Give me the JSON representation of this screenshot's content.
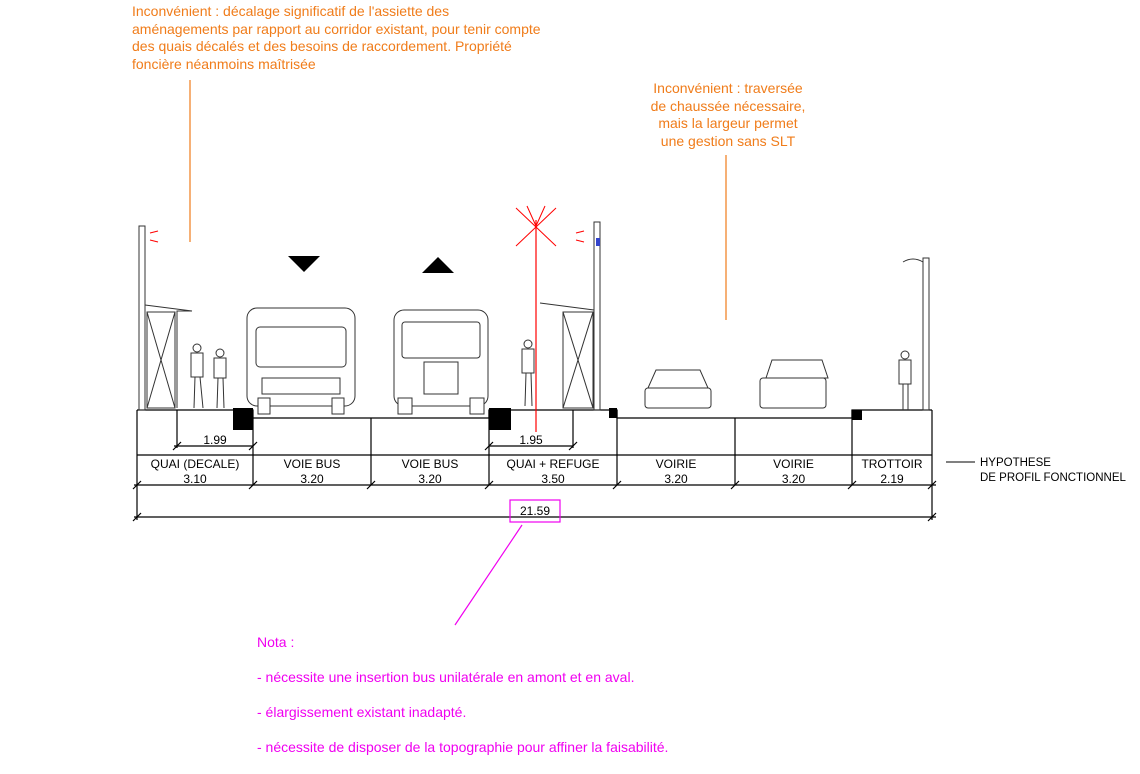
{
  "notes": {
    "top_left": "Inconvénient : décalage significatif de l'assiette des\naménagements par rapport au corridor existant, pour tenir compte\ndes quais décalés et des besoins de raccordement. Propriété\nfoncière néanmoins maîtrisée",
    "top_right": "Inconvénient : traversée\nde chaussée nécessaire,\nmais la largeur permet\nune gestion sans SLT",
    "nota_title": "Nota :",
    "nota_lines": [
      "- nécessite une insertion bus unilatérale en amont et en aval.",
      "- élargissement existant inadapté.",
      "- nécessite de disposer de la topographie pour affiner la faisabilité."
    ]
  },
  "profile": {
    "segments": [
      {
        "label": "QUAI (DECALE)",
        "width": "3.10"
      },
      {
        "label": "VOIE BUS",
        "width": "3.20"
      },
      {
        "label": "VOIE BUS",
        "width": "3.20"
      },
      {
        "label": "QUAI + REFUGE",
        "width": "3.50"
      },
      {
        "label": "VOIRIE",
        "width": "3.20"
      },
      {
        "label": "VOIRIE",
        "width": "3.20"
      },
      {
        "label": "TROTTOIR",
        "width": "2.19"
      }
    ],
    "sub_dims": [
      "1.99",
      "1.95"
    ],
    "total": "21.59",
    "legend_line1": "HYPOTHESE",
    "legend_line2": "DE PROFIL FONCTIONNEL"
  },
  "colors": {
    "orange": "#f07c1a",
    "magenta": "#f000f0",
    "red": "#ff0000"
  }
}
